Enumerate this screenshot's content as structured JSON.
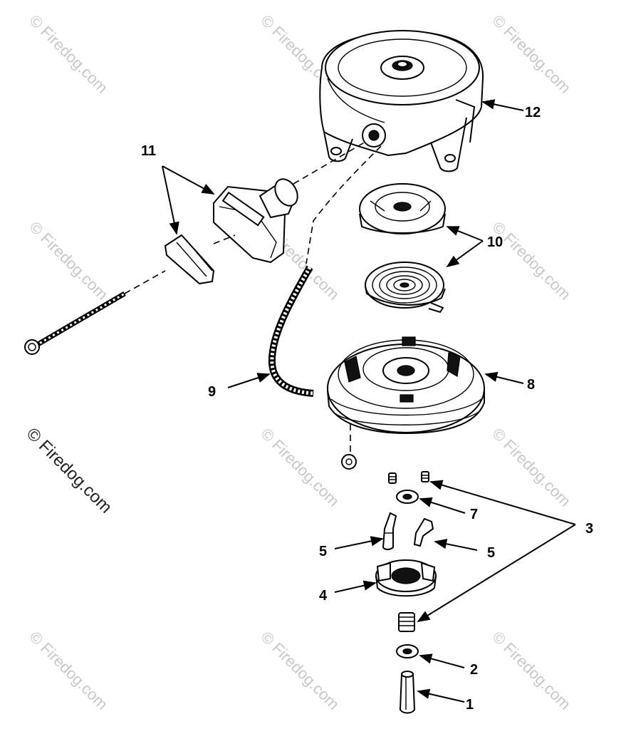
{
  "watermark": {
    "text": "© Firedog.com",
    "symbol": "©",
    "brand": "Firedog.com"
  },
  "callouts": {
    "c1": "1",
    "c2": "2",
    "c3": "3",
    "c4": "4",
    "c5a": "5",
    "c5b": "5",
    "c7": "7",
    "c8": "8",
    "c9": "9",
    "c10": "10",
    "c11": "11",
    "c12": "12"
  },
  "parts": [
    {
      "ref": "1",
      "icon": "pin-icon"
    },
    {
      "ref": "2",
      "icon": "washer-icon"
    },
    {
      "ref": "3",
      "icon": "spring-icon"
    },
    {
      "ref": "4",
      "icon": "pawl-plate-icon"
    },
    {
      "ref": "5",
      "icon": "pawl-icon"
    },
    {
      "ref": "7",
      "icon": "washer-icon"
    },
    {
      "ref": "8",
      "icon": "pulley-icon"
    },
    {
      "ref": "9",
      "icon": "rope-icon"
    },
    {
      "ref": "10",
      "icon": "rewind-spring-icon"
    },
    {
      "ref": "11",
      "icon": "handle-icon"
    },
    {
      "ref": "12",
      "icon": "housing-icon"
    }
  ]
}
